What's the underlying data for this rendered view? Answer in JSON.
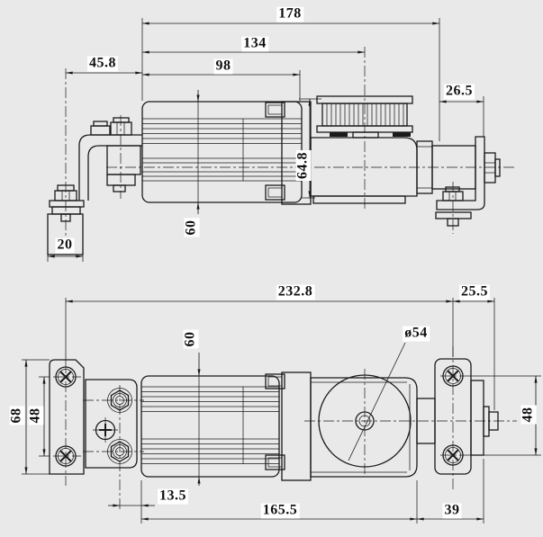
{
  "drawing": {
    "kind": "engineering-drawing",
    "colors": {
      "background": "#e9e9e9",
      "line": "#1a1a1a",
      "label_bg": "#ffffff"
    }
  },
  "dims": {
    "side": {
      "total_length": "178",
      "pulley_center": "134",
      "motor_length": "98",
      "bracket_offset": "45.8",
      "shaft_bracket": "26.5",
      "pulley_height": "64.8",
      "motor_height": "60",
      "foot_width": "20"
    },
    "plan": {
      "mount_span": "232.8",
      "overhang": "25.5",
      "pulley_dia": "ø54",
      "motor_width": "60",
      "gearhead_offset": "13.5",
      "body_length": "165.5",
      "shaft_length": "39",
      "plate_width": "68",
      "hole_pitch_left": "48",
      "hole_pitch_right": "48"
    }
  }
}
